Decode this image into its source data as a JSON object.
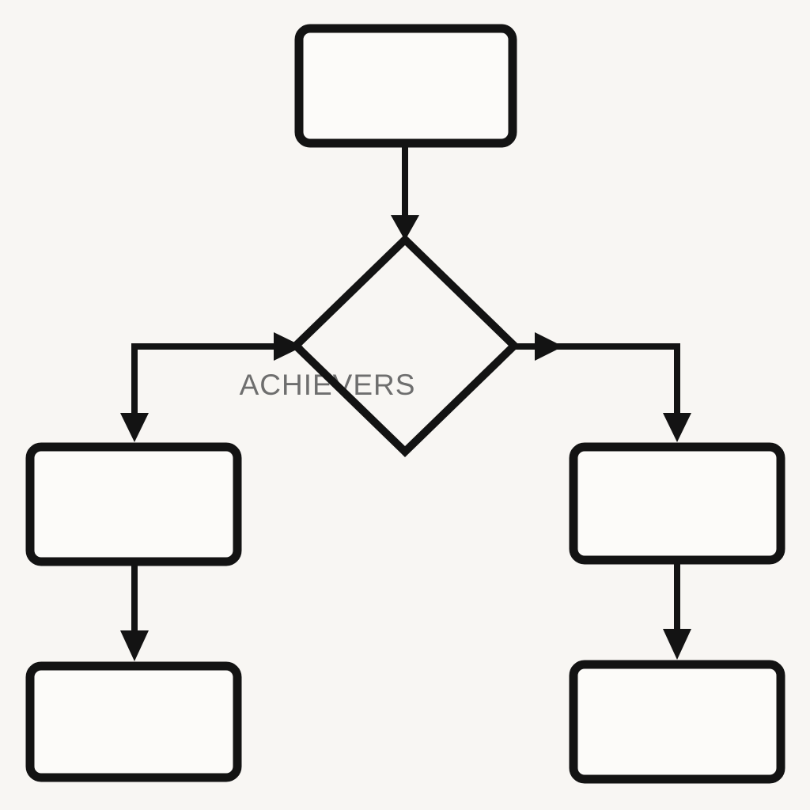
{
  "theme": {
    "bg": "#f8f6f3",
    "ink": "#131313",
    "node_fill": "#fcfbf9",
    "label_color": "#6e6e6e"
  },
  "diagram": {
    "type": "flowchart",
    "label": {
      "text": "ACHIEVERS"
    },
    "nodes": [
      {
        "id": "top-box",
        "shape": "rounded-rectangle",
        "text": ""
      },
      {
        "id": "decision-diamond",
        "shape": "diamond",
        "text": ""
      },
      {
        "id": "left-upper-box",
        "shape": "rounded-rectangle",
        "text": ""
      },
      {
        "id": "left-lower-box",
        "shape": "rounded-rectangle",
        "text": ""
      },
      {
        "id": "right-upper-box",
        "shape": "rounded-rectangle",
        "text": ""
      },
      {
        "id": "right-lower-box",
        "shape": "rounded-rectangle",
        "text": ""
      }
    ],
    "edges": [
      {
        "from": "top-box",
        "to": "decision-diamond",
        "direction": "down"
      },
      {
        "from": "decision-diamond",
        "to": "left-upper-box",
        "direction": "left-then-down",
        "arrowheads": [
          "into-diamond",
          "into-box"
        ]
      },
      {
        "from": "decision-diamond",
        "to": "right-upper-box",
        "direction": "right-then-down",
        "arrowheads": [
          "out-of-diamond",
          "into-box"
        ]
      },
      {
        "from": "left-upper-box",
        "to": "left-lower-box",
        "direction": "down"
      },
      {
        "from": "right-upper-box",
        "to": "right-lower-box",
        "direction": "down"
      }
    ]
  }
}
